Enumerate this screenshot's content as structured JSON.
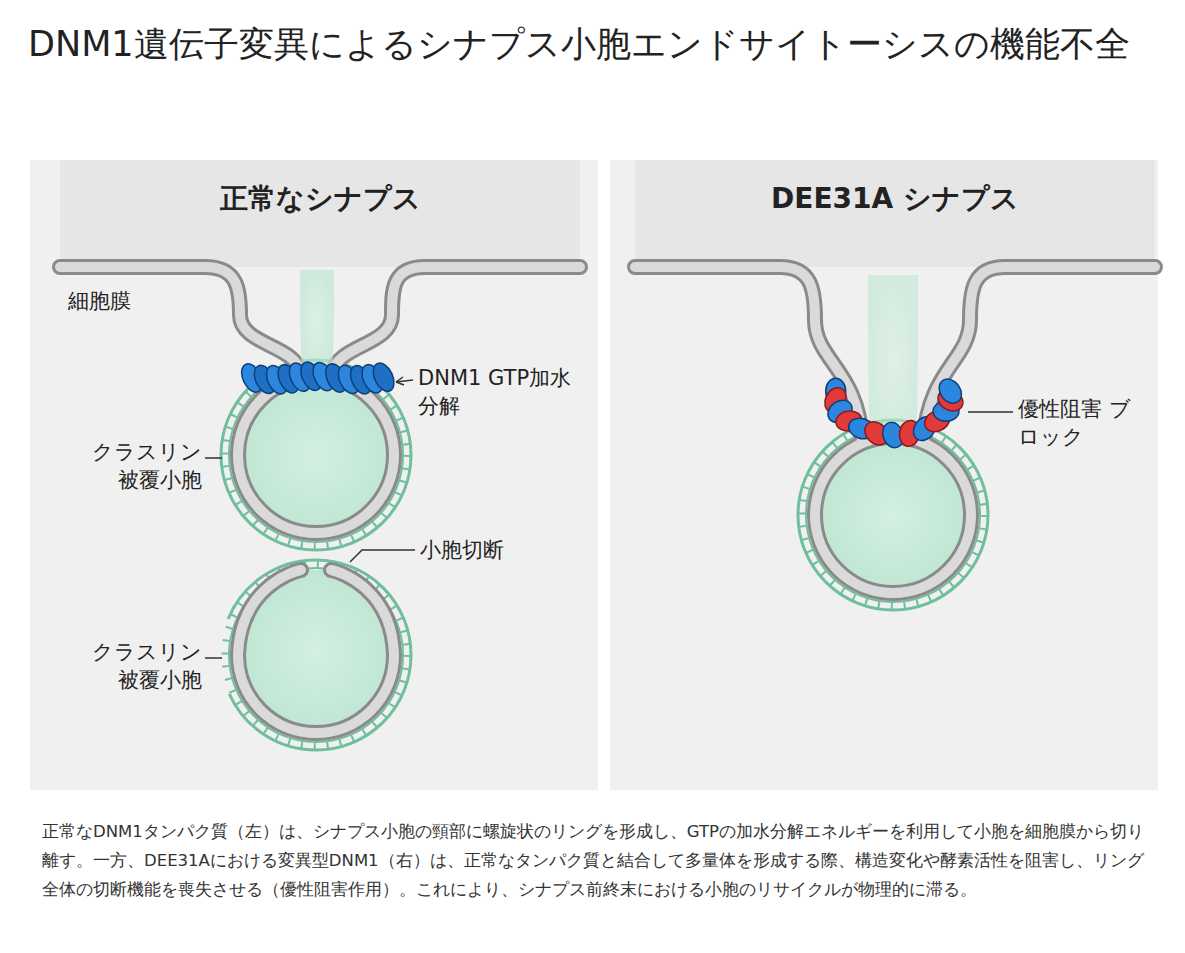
{
  "diagram": {
    "title": "DNM1遺伝子変異によるシナプス小胞エンドサイトーシスの機能不全",
    "caption": "正常なDNM1タンパク質（左）は、シナプス小胞の頸部に螺旋状のリングを形成し、GTPの加水分解エネルギーを利用して小胞を細胞膜から切り離す。一方、DEE31Aにおける変異型DNM1（右）は、正常なタンパク質と結合して多量体を形成する際、構造変化や酵素活性を阻害し、リング全体の切断機能を喪失させる（優性阻害作用）。これにより、シナプス前終末における小胞のリサイクルが物理的に滞る。",
    "labels": [
      "正常なシナプス",
      "DEE31A シナプス",
      "細胞膜",
      "DNM1 GTP加水分解",
      "クラスリン 被覆小胞",
      "小胞切断",
      "クラスリン 被覆小胞",
      "優性阻害 ブロック"
    ]
  }
}
